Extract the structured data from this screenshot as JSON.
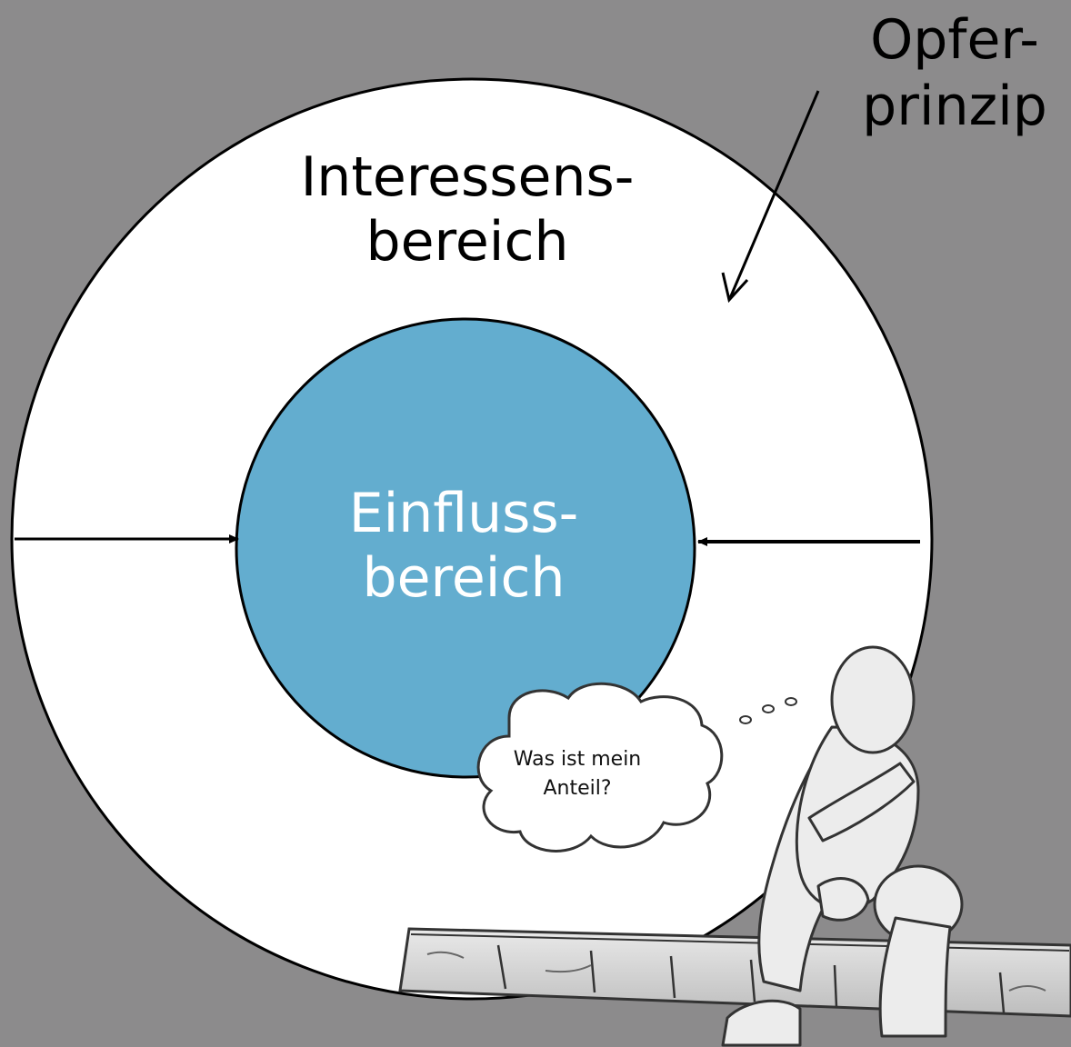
{
  "diagram": {
    "outer_circle": {
      "label_line1": "Interessens-",
      "label_line2": "bereich",
      "fill": "#ffffff",
      "stroke": "#000000"
    },
    "inner_circle": {
      "label_line1": "Einfluss-",
      "label_line2": "bereich",
      "fill": "#63adcf",
      "stroke": "#000000",
      "text_color": "#ffffff"
    },
    "annotation": {
      "label_line1": "Opfer-",
      "label_line2": "prinzip"
    },
    "thought_bubble": {
      "line1": "Was ist mein",
      "line2": "Anteil?"
    },
    "background_color": "#8c8b8c",
    "illustration": "thinking-figure-sitting-on-curb"
  }
}
